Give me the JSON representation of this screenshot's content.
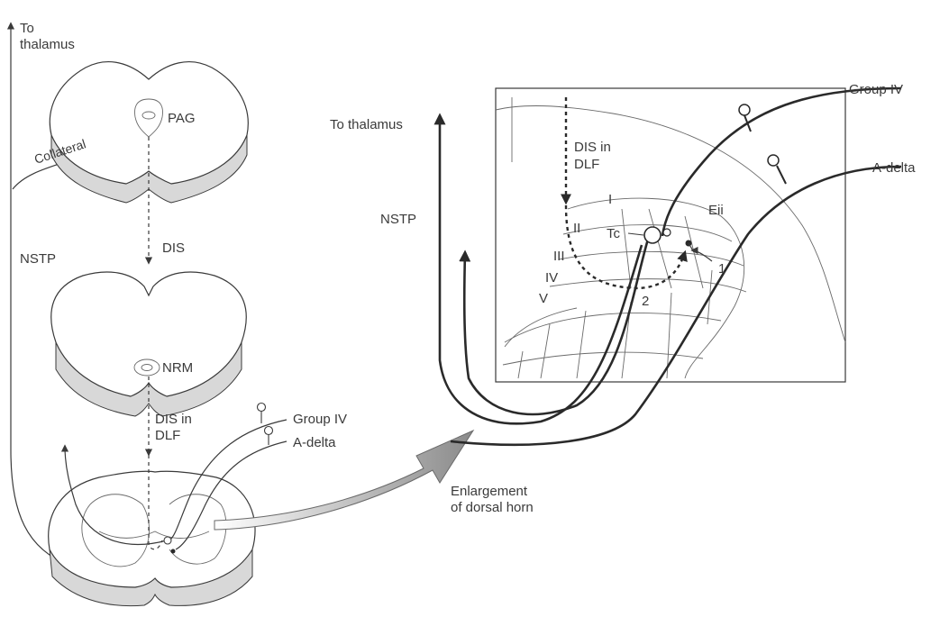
{
  "labels": {
    "to_thalamus_left": [
      "To",
      "thalamus"
    ],
    "collateral": "Collateral",
    "pag": "PAG",
    "dis": "DIS",
    "nstp_left": "NSTP",
    "nrm": "NRM",
    "dis_in_dlf_left": [
      "DIS in",
      "DLF"
    ],
    "group_iv_left": "Group IV",
    "a_delta_left": "A-delta",
    "enlargement": [
      "Enlargement",
      "of dorsal horn"
    ],
    "to_thalamus_right": "To thalamus",
    "nstp_right": "NSTP",
    "dis_in_dlf_right": [
      "DIS in",
      "DLF"
    ],
    "group_iv_right": "Group IV",
    "a_delta_right": "A-delta",
    "lamina_i": "I",
    "lamina_ii": "II",
    "lamina_iii": "III",
    "lamina_iv": "IV",
    "lamina_v": "V",
    "eii": "Eii",
    "tc": "Tc",
    "num_1": "1",
    "num_2": "2"
  }
}
